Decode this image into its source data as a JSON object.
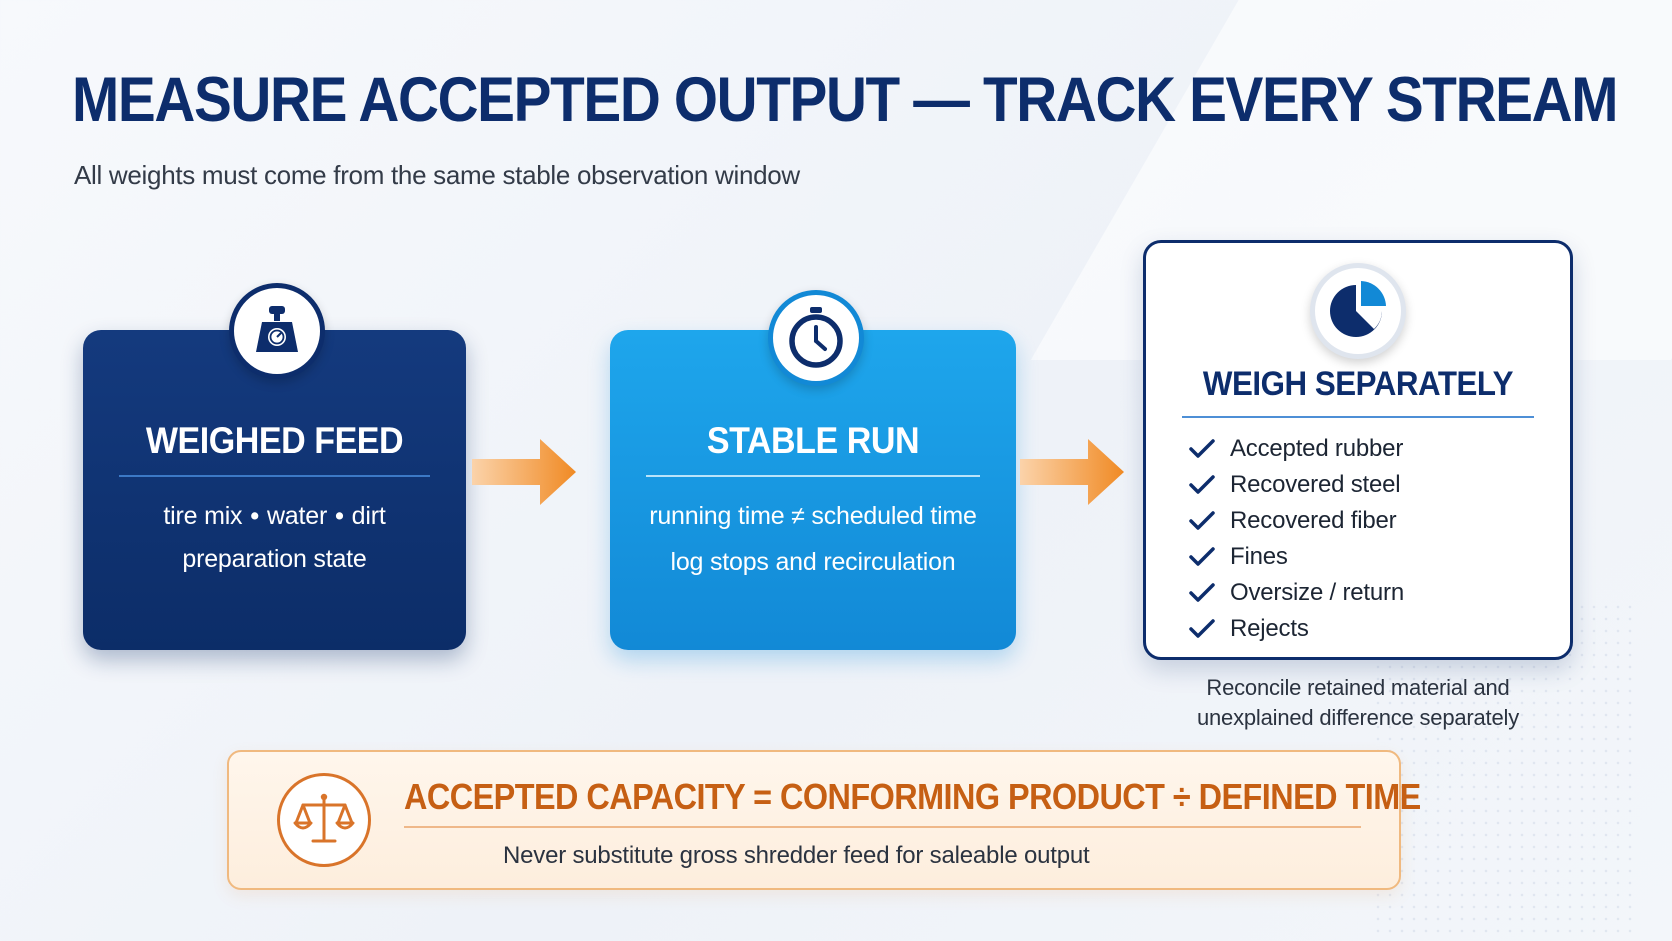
{
  "header": {
    "title": "MEASURE ACCEPTED OUTPUT — TRACK EVERY STREAM",
    "subtitle": "All weights must come from the same stable observation window"
  },
  "steps": [
    {
      "title": "WEIGHED FEED",
      "icon": "weighing-scale-icon",
      "line1_parts": [
        "tire mix",
        "water",
        "dirt"
      ],
      "separator": "•",
      "line2": "preparation state"
    },
    {
      "title": "STABLE RUN",
      "icon": "clock-icon",
      "line1": "running time ≠ scheduled time",
      "line2": "log stops and recirculation"
    },
    {
      "title": "WEIGH SEPARATELY",
      "icon": "pie-chart-icon",
      "streams": [
        "Accepted rubber",
        "Recovered steel",
        "Recovered fiber",
        "Fines",
        "Oversize / return",
        "Rejects"
      ],
      "note_line1": "Reconcile retained material and",
      "note_line2": "unexplained difference separately"
    }
  ],
  "formula": {
    "icon": "balance-scale-icon",
    "title": "ACCEPTED CAPACITY = CONFORMING PRODUCT ÷ DEFINED TIME",
    "note": "Never substitute gross shredder feed for saleable output"
  },
  "colors": {
    "navy": "#0d2d6c",
    "blue": "#1289d6",
    "orange": "#f08a24",
    "formula_text": "#c65f13"
  }
}
